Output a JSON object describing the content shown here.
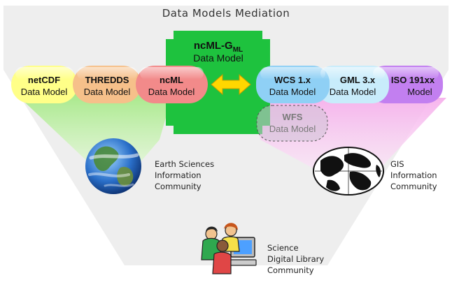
{
  "title": "Data Models Mediation",
  "center_model": {
    "name_main": "ncML-G",
    "name_sub": "ML",
    "line2": "Data Model"
  },
  "models": {
    "netcdf": {
      "line1": "netCDF",
      "line2": "Data Model"
    },
    "thredds": {
      "line1": "THREDDS",
      "line2": "Data Model"
    },
    "ncml": {
      "line1": "ncML",
      "line2": "Data Model"
    },
    "wcs": {
      "line1": "WCS 1.x",
      "line2": "Data Model"
    },
    "gml": {
      "line1": "GML 3.x",
      "line2": "Data Model"
    },
    "iso": {
      "line1": "ISO 191xx",
      "line2": "Model"
    },
    "wfs": {
      "line1": "WFS",
      "line2": "Data Model"
    }
  },
  "communities": {
    "earth": {
      "lines": [
        "Earth Sciences",
        "Information",
        "Community"
      ]
    },
    "gis": {
      "lines": [
        "GIS",
        "Information",
        "Community"
      ]
    },
    "science": {
      "lines": [
        "Science",
        "Digital Library",
        "Community"
      ]
    }
  },
  "icons": [
    "earth-globe-icon",
    "world-map-globe-icon",
    "people-at-computer-icon",
    "double-arrow-icon"
  ],
  "colors": {
    "center_green": "#1ec23e",
    "netcdf_fill": "#ffff88",
    "thredds_fill": "#f6c08a",
    "ncml_fill": "#f28a8a",
    "wcs_fill": "#8fd0f5",
    "gml_fill": "#c8ecfb",
    "iso_fill": "#c27ff0",
    "arrow_fill": "#ffd700",
    "green_beam": "#c8f5a8",
    "pink_beam": "#f8c8f0"
  }
}
